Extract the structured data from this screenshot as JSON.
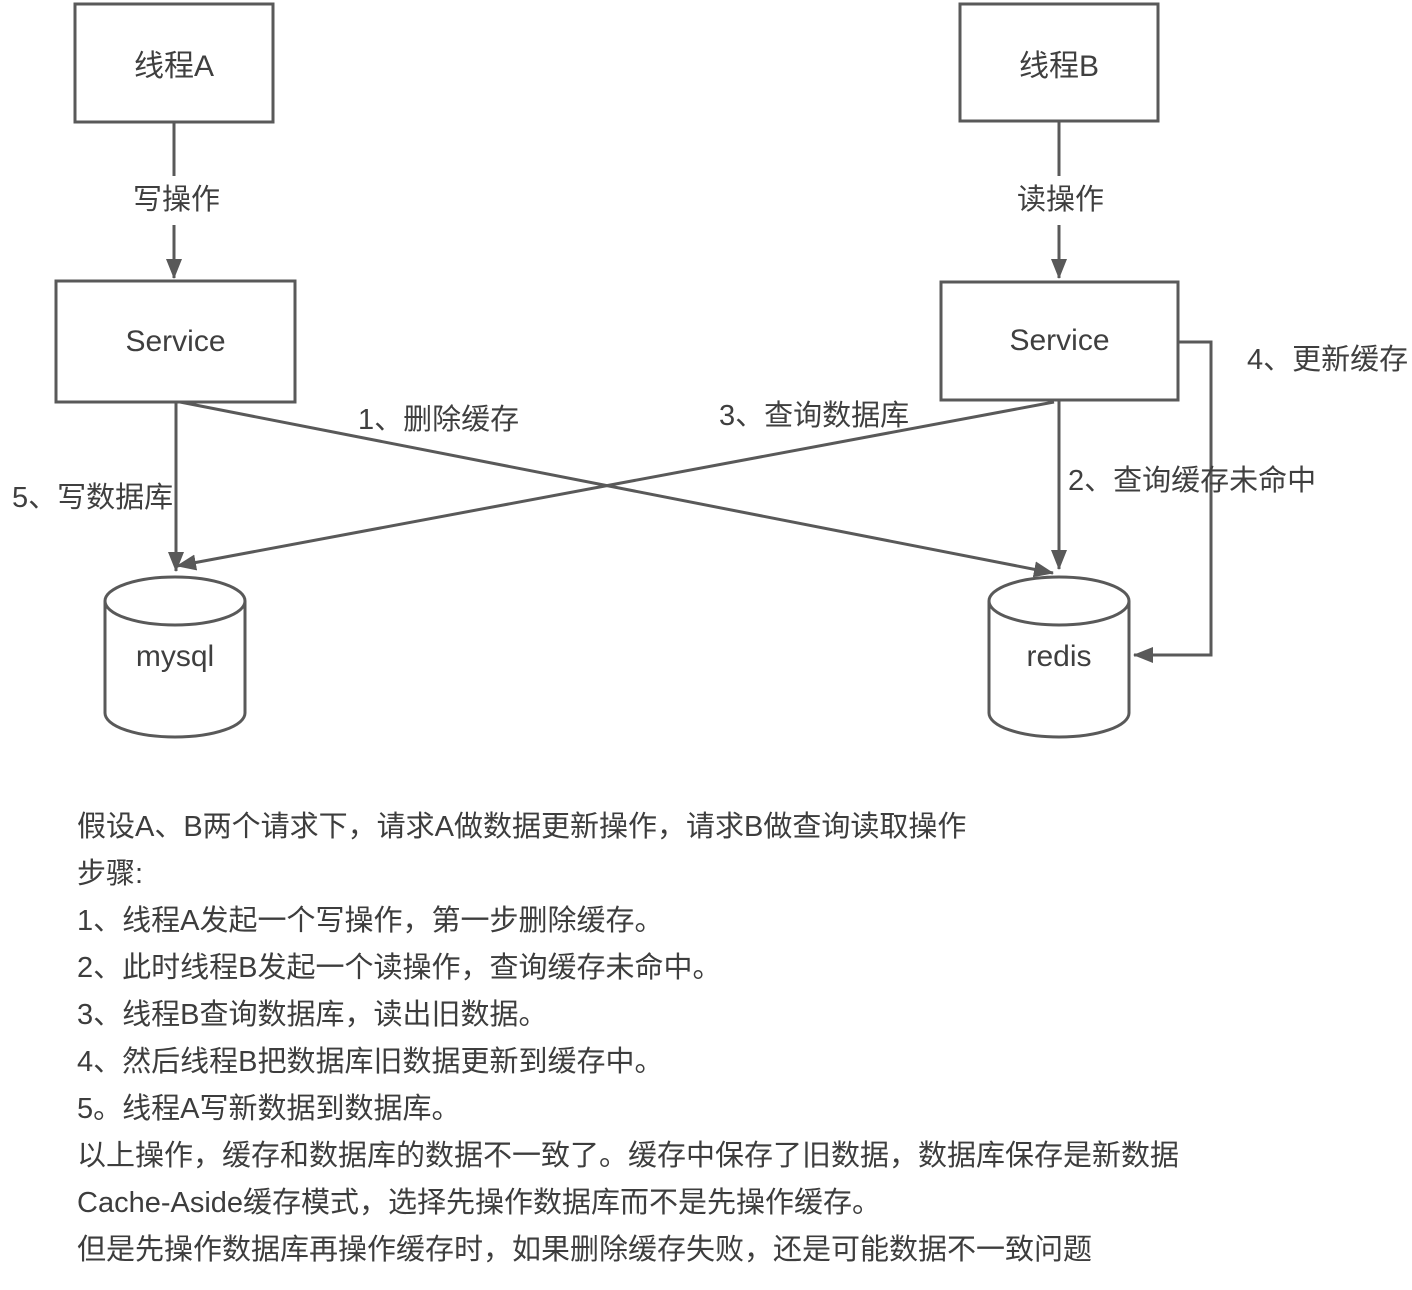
{
  "diagram": {
    "nodes": {
      "thread_a": "线程A",
      "thread_b": "线程B",
      "service_left": "Service",
      "service_right": "Service",
      "mysql": "mysql",
      "redis": "redis"
    },
    "edges": {
      "write_op": "写操作",
      "read_op": "读操作",
      "step1": "1、删除缓存",
      "step2": "2、查询缓存未命中",
      "step3": "3、查询数据库",
      "step4": "4、更新缓存",
      "step5": "5、写数据库"
    },
    "colors": {
      "line": "#595959",
      "text": "#3f3f3f"
    }
  },
  "notes": {
    "lines": [
      "假设A、B两个请求下，请求A做数据更新操作，请求B做查询读取操作",
      "步骤:",
      "1、线程A发起一个写操作，第一步删除缓存。",
      "2、此时线程B发起一个读操作，查询缓存未命中。",
      "3、线程B查询数据库，读出旧数据。",
      "4、然后线程B把数据库旧数据更新到缓存中。",
      "5。线程A写新数据到数据库。",
      "以上操作，缓存和数据库的数据不一致了。缓存中保存了旧数据，数据库保存是新数据",
      "Cache-Aside缓存模式，选择先操作数据库而不是先操作缓存。",
      "但是先操作数据库再操作缓存时，如果删除缓存失败，还是可能数据不一致问题"
    ]
  }
}
